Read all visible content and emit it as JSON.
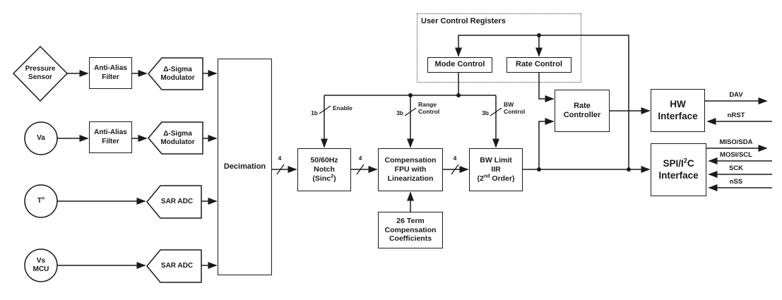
{
  "colors": {
    "line": "#1a1a1a",
    "background": "#ffffff"
  },
  "sources": {
    "pressure_sensor": {
      "line1": "Pressure",
      "line2": "Sensor"
    },
    "va_label": "Va",
    "temp_base": "T",
    "temp_sup": "o",
    "vs_mcu": {
      "line1": "Vs",
      "line2": "MCU"
    }
  },
  "blocks": {
    "anti_alias": {
      "line1": "Anti-Alias",
      "line2": "Filter"
    },
    "delta_sigma": {
      "line1": "Δ-Sigma",
      "line2": "Modulator"
    },
    "sar_adc": {
      "label": "SAR ADC"
    },
    "decimation": {
      "label": "Decimation"
    },
    "notch": {
      "line1": "50/60Hz",
      "line2": "Notch",
      "line3_pre": "(Sinc",
      "line3_sup": "2",
      "line3_post": ")"
    },
    "fpu": {
      "line1": "Compensation",
      "line2": "FPU with",
      "line3": "Linearization"
    },
    "bw_limit": {
      "line1": "BW Limit",
      "line2": "IIR",
      "line3_pre": "(2",
      "line3_sup": "nd",
      "line3_post": " Order)"
    },
    "coefficients": {
      "line1": "26 Term",
      "line2": "Compensation",
      "line3": "Coefficients"
    },
    "user_control_registers": {
      "label": "User Control Registers"
    },
    "mode_control": {
      "label": "Mode Control"
    },
    "rate_control": {
      "label": "Rate Control"
    },
    "rate_controller": {
      "line1": "Rate",
      "line2": "Controller"
    },
    "hw_interface": {
      "line1": "HW",
      "line2": "Interface"
    },
    "spi_interface": {
      "line1_pre": "SPI/I",
      "line1_sup": "2",
      "line1_post": "C",
      "line2": "Interface"
    }
  },
  "wire_labels": {
    "bus_width": "4",
    "enable_bits": "1b",
    "enable_name": "Enable",
    "range_bits": "3b",
    "range_line1": "Range",
    "range_line2": "Control",
    "bw_bits": "3b",
    "bw_line1": "BW",
    "bw_line2": "Control"
  },
  "signals": {
    "dav": "DAV",
    "nrst": "nRST",
    "miso": "MISO/SDA",
    "mosi": "MOSI/SCL",
    "sck": "SCK",
    "nss": "nSS"
  }
}
